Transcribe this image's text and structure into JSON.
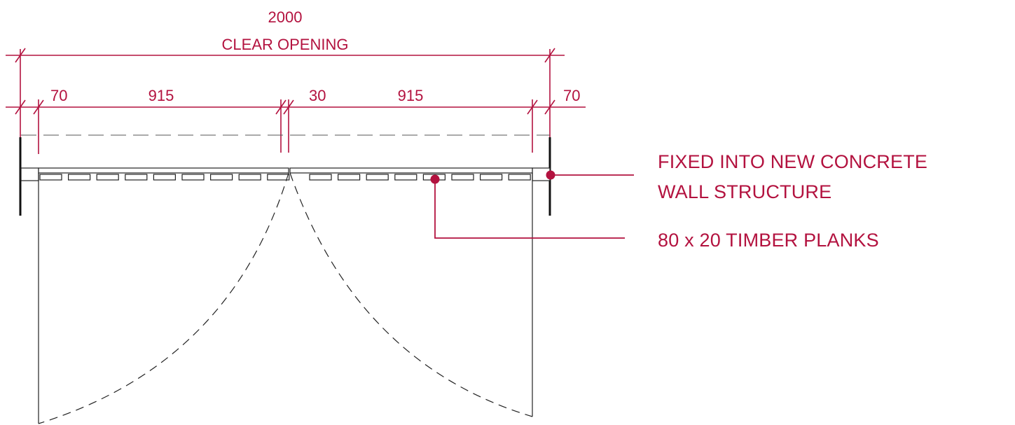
{
  "dimensions": {
    "overall_value": "2000",
    "overall_label": "CLEAR OPENING",
    "segments": [
      "70",
      "915",
      "30",
      "915",
      "70"
    ]
  },
  "callouts": {
    "fixing_line1": "FIXED INTO NEW CONCRETE",
    "fixing_line2": "WALL STRUCTURE",
    "planks": "80 x 20 TIMBER PLANKS"
  },
  "colors": {
    "annotation": "#b3123f",
    "linework": "#222222"
  }
}
